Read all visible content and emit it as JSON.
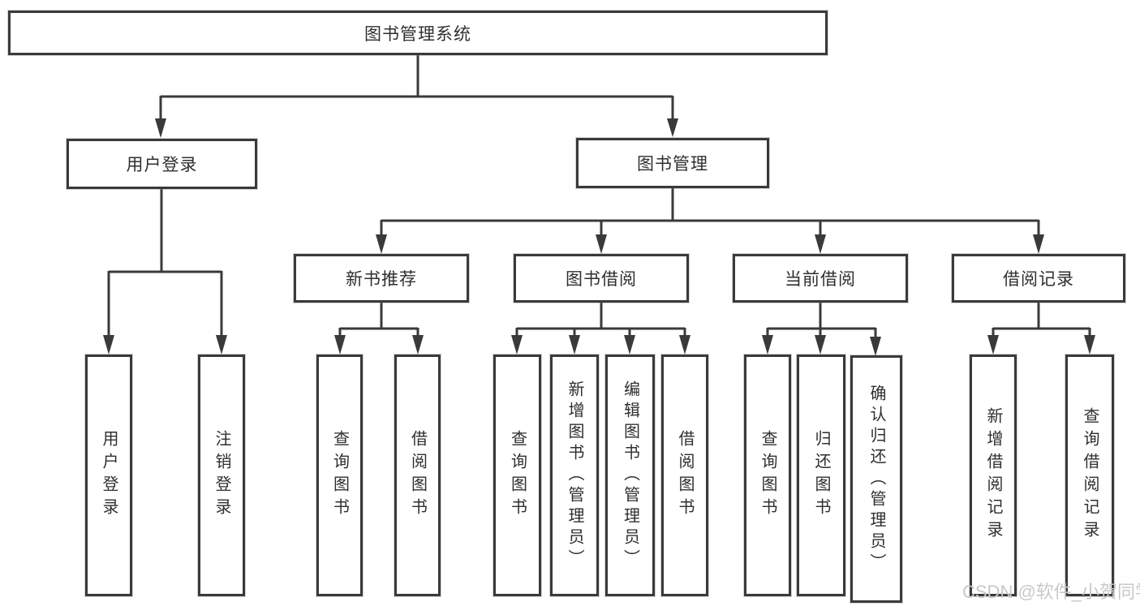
{
  "diagram": {
    "root": {
      "label": "图书管理系统"
    },
    "level2": {
      "user_login": {
        "label": "用户登录"
      },
      "book_management": {
        "label": "图书管理"
      }
    },
    "level3": {
      "new_book_recommend": {
        "label": "新书推荐"
      },
      "book_borrowing": {
        "label": "图书借阅"
      },
      "current_borrowing": {
        "label": "当前借阅"
      },
      "borrowing_records": {
        "label": "借阅记录"
      }
    },
    "leaves": {
      "user_login": {
        "label": "用户登录"
      },
      "logout": {
        "label": "注销登录"
      },
      "recommend_query_books": {
        "label": "查询图书"
      },
      "recommend_borrow_books": {
        "label": "借阅图书"
      },
      "borrow_query_books": {
        "label": "查询图书"
      },
      "borrow_add_books": {
        "label": "新增图书（管理员）"
      },
      "borrow_edit_books": {
        "label": "编辑图书（管理员）"
      },
      "borrow_borrow_books": {
        "label": "借阅图书"
      },
      "current_query_books": {
        "label": "查询图书"
      },
      "current_return_books": {
        "label": "归还图书"
      },
      "current_confirm_return": {
        "label": "确认归还（管理员）"
      },
      "records_add_record": {
        "label": "新增借阅记录"
      },
      "records_query_record": {
        "label": "查询借阅记录"
      }
    },
    "watermark": {
      "text": "CSDN @软件_小贺同学",
      "color": "#c8c8c8"
    },
    "colors": {
      "line": "#3a3a3a",
      "text": "#2f2f2f",
      "background": "#ffffff"
    }
  }
}
